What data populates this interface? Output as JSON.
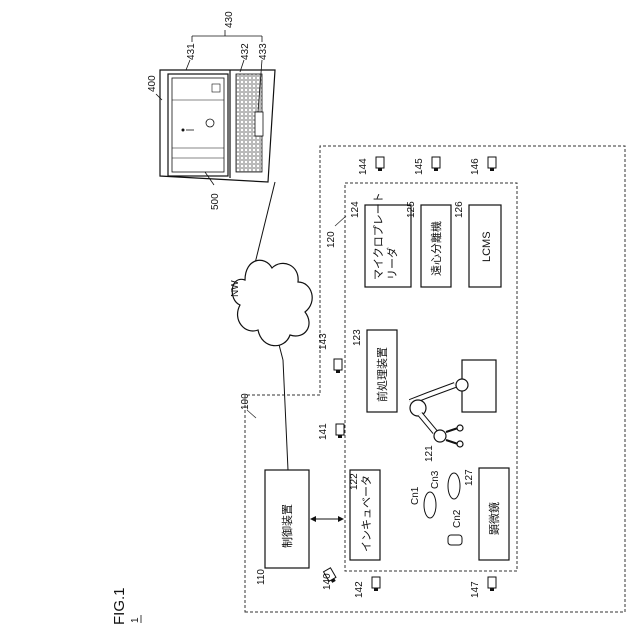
{
  "figure": {
    "title": "FIG.1",
    "ref": "1"
  },
  "network": {
    "label": "NW"
  },
  "laptop": {
    "ref": "400",
    "screen_ref": "500",
    "group_ref": "430",
    "parts": [
      "431",
      "432",
      "433"
    ]
  },
  "facility": {
    "ref": "100"
  },
  "controller": {
    "ref": "110",
    "label": "制御装置"
  },
  "lab": {
    "ref": "120"
  },
  "robot": {
    "ref": "121"
  },
  "devices": [
    {
      "ref": "122",
      "label": "インキュベータ"
    },
    {
      "ref": "123",
      "label": "前処理装置"
    },
    {
      "ref": "124",
      "label": "マイクロプレート\nリーダ"
    },
    {
      "ref": "125",
      "label": "遠心分離機"
    },
    {
      "ref": "126",
      "label": "LCMS"
    },
    {
      "ref": "127",
      "label": "顕微鏡"
    }
  ],
  "cameras": [
    "140",
    "141",
    "142",
    "143",
    "144",
    "145",
    "146",
    "147"
  ],
  "containers": [
    "Cn1",
    "Cn2",
    "Cn3"
  ]
}
